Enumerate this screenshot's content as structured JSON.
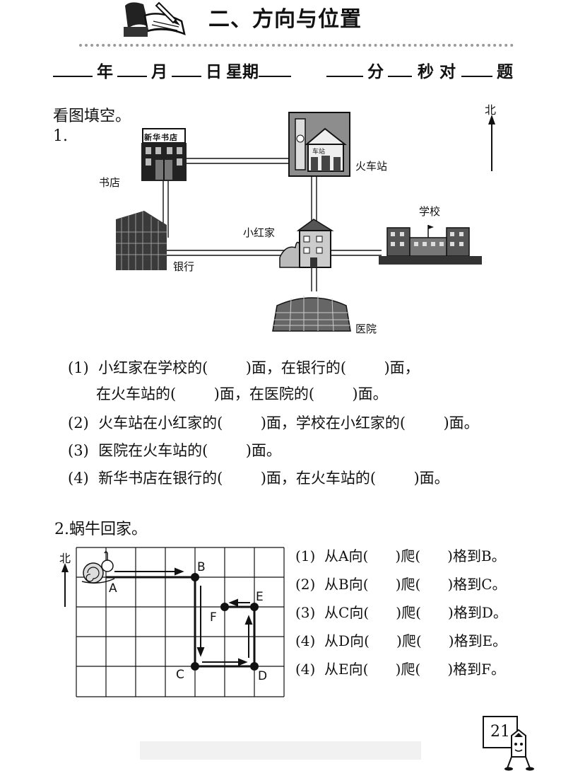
{
  "header": {
    "title": "二、方向与位置",
    "date_line": {
      "year": "年",
      "month": "月",
      "day": "日",
      "weekday": "星期",
      "minute": "分",
      "second": "秒",
      "correct": "对",
      "questions": "题"
    }
  },
  "section": {
    "instruction": "看图填空。"
  },
  "problem1": {
    "number": "1.",
    "north_label": "北",
    "sign_text": "新华书店",
    "station_sign": "车站",
    "places": {
      "bookstore": "书店",
      "station": "火车站",
      "school": "学校",
      "home": "小红家",
      "bank": "银行",
      "hospital": "医院"
    },
    "questions": [
      "(1)  小红家在学校的(        )面，在银行的(        )面，",
      "      在火车站的(        )面，在医院的(        )面。",
      "(2)  火车站在小红家的(        )面，学校在小红家的(        )面。",
      "(3)  医院在火车站的(        )面。",
      "(4)  新华书店在银行的(        )面，在火车站的(        )面。"
    ]
  },
  "problem2": {
    "title": "2.蜗牛回家。",
    "north_label": "北",
    "points": {
      "A": "A",
      "B": "B",
      "C": "C",
      "D": "D",
      "E": "E",
      "F": "F"
    },
    "questions": [
      "(1)  从A向(      )爬(      )格到B。",
      "(2)  从B向(      )爬(      )格到C。",
      "(3)  从C向(      )爬(      )格到D。",
      "(4)  从D向(      )爬(      )格到E。",
      "(4)  从E向(      )爬(      )格到F。"
    ]
  },
  "page_number": "21"
}
